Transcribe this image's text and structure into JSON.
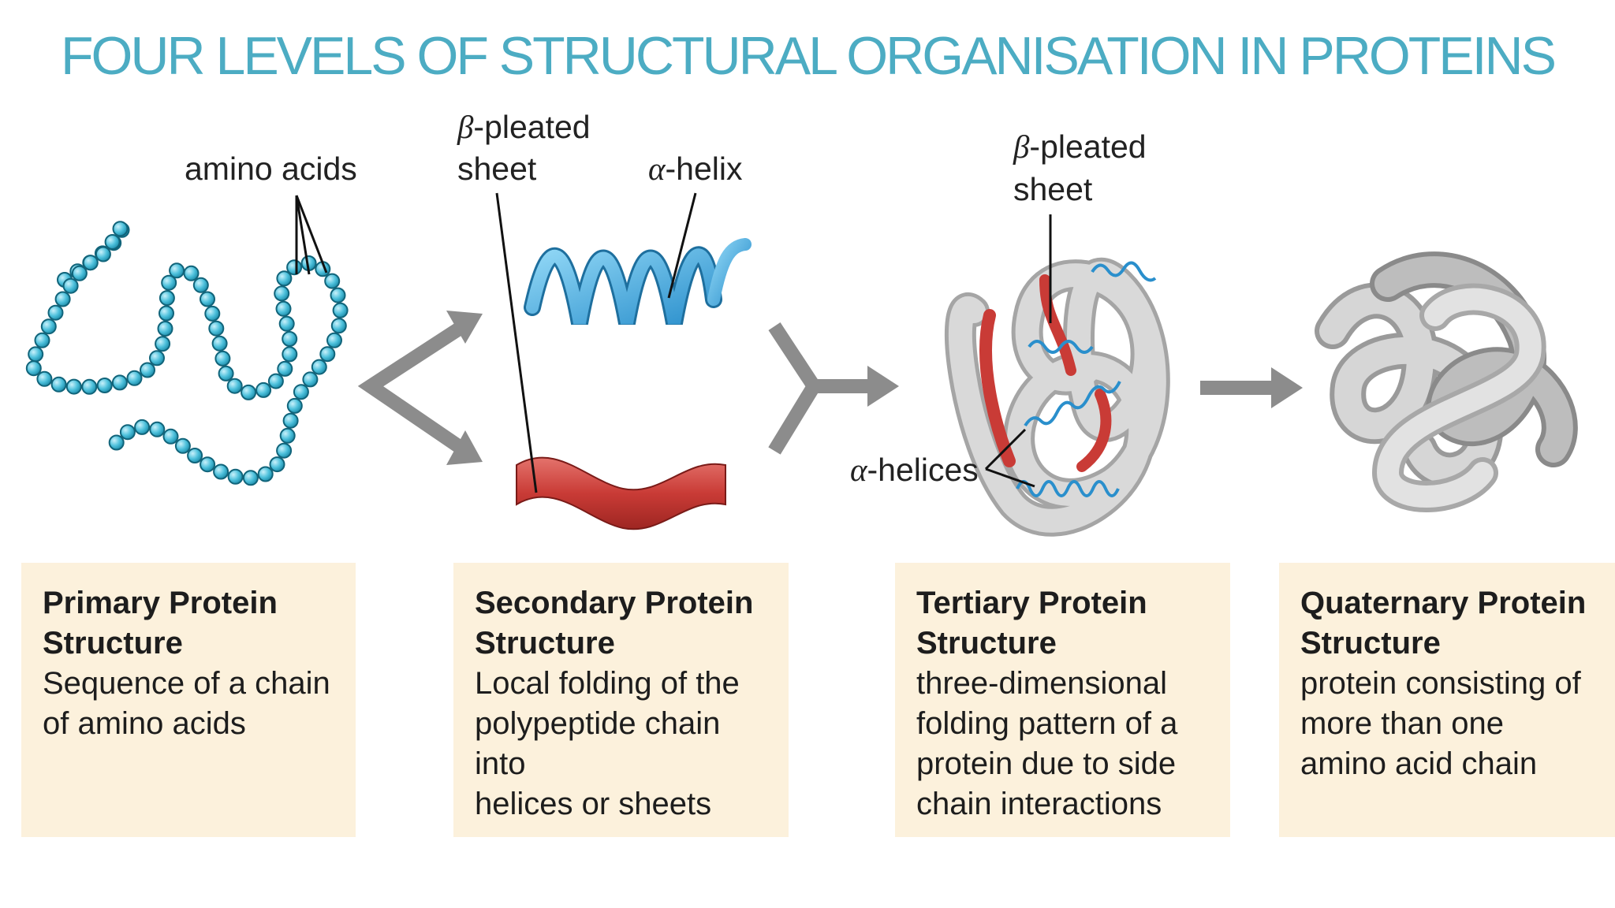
{
  "title": "FOUR LEVELS OF STRUCTURAL ORGANISATION IN PROTEINS",
  "colors": {
    "title": "#4cacc3",
    "bead": "#4ec1dc",
    "helix": "#3aa3db",
    "sheet": "#c93b36",
    "coil": "#c5c5c5",
    "arrow": "#8c8c8c",
    "box": "#fcf1dc"
  },
  "labels": {
    "amino_acids": "amino acids",
    "beta_sym": "β",
    "beta_rest": "-pleated",
    "sheet_word": "sheet",
    "alpha_sym": "α",
    "helix_rest": "-helix",
    "helices_rest": "-helices"
  },
  "boxes": [
    {
      "heading_1": "Primary Protein",
      "heading_2": "Structure",
      "lines": [
        "Sequence of a chain",
        "of amino acids"
      ]
    },
    {
      "heading_1": "Secondary Protein",
      "heading_2": "Structure",
      "lines": [
        "Local folding of the",
        "polypeptide chain into",
        "helices or sheets"
      ]
    },
    {
      "heading_1": "Tertiary Protein",
      "heading_2": "Structure",
      "lines": [
        "three-dimensional",
        "folding pattern of a",
        "protein due to side",
        "chain interactions"
      ]
    },
    {
      "heading_1": "Quaternary Protein",
      "heading_2": "Structure",
      "lines": [
        "protein consisting of",
        "more than one",
        "amino acid chain"
      ]
    }
  ]
}
